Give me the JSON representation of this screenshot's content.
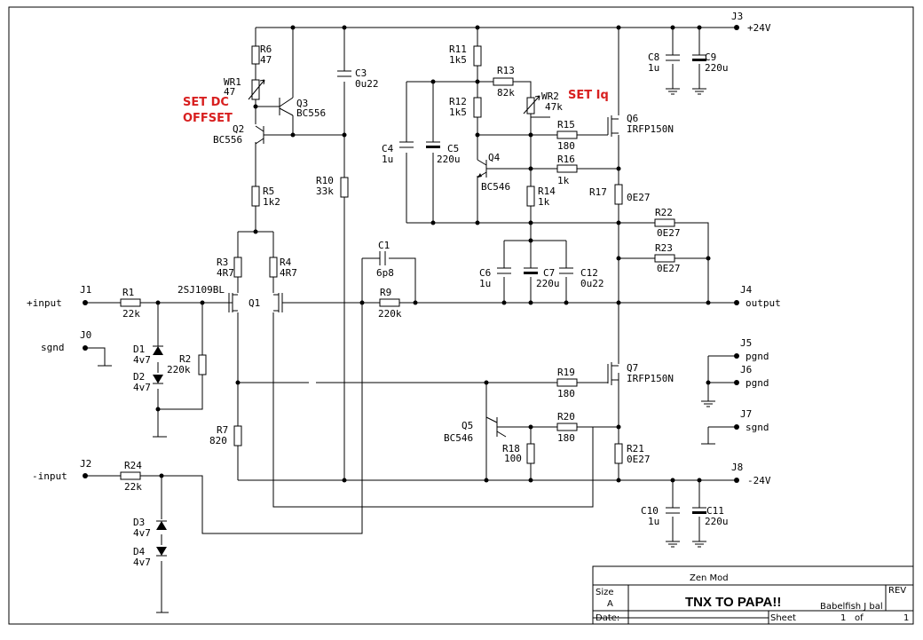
{
  "title_block": {
    "project": "Zen Mod",
    "size_label": "Size",
    "size_value": "A",
    "title": "TNX TO PAPA!!",
    "author": "Babelfish J bal",
    "rev_label": "REV",
    "date_label": "Date:",
    "sheet_label": "Sheet",
    "sheet_num": "1",
    "of_label": "of",
    "sheet_total": "1"
  },
  "annotations": {
    "set_dc_1": "SET DC",
    "set_dc_2": "OFFSET",
    "set_iq": "SET Iq"
  },
  "connectors": [
    {
      "ref": "J3",
      "net": "+24V"
    },
    {
      "ref": "J1",
      "net": "+input"
    },
    {
      "ref": "J0",
      "net": "sgnd"
    },
    {
      "ref": "J4",
      "net": "output"
    },
    {
      "ref": "J5",
      "net": "pgnd"
    },
    {
      "ref": "J6",
      "net": "pgnd"
    },
    {
      "ref": "J7",
      "net": "sgnd"
    },
    {
      "ref": "J8",
      "net": "-24V"
    },
    {
      "ref": "J2",
      "net": "-input"
    }
  ],
  "components": [
    {
      "ref": "R6",
      "value": "47"
    },
    {
      "ref": "WR1",
      "value": "47"
    },
    {
      "ref": "Q3",
      "value": "BC556"
    },
    {
      "ref": "Q2",
      "value": "BC556"
    },
    {
      "ref": "R5",
      "value": "1k2"
    },
    {
      "ref": "C3",
      "value": "0u22"
    },
    {
      "ref": "R10",
      "value": "33k"
    },
    {
      "ref": "R11",
      "value": "1k5"
    },
    {
      "ref": "R12",
      "value": "1k5"
    },
    {
      "ref": "R13",
      "value": "82k"
    },
    {
      "ref": "WR2",
      "value": "47k"
    },
    {
      "ref": "C4",
      "value": "1u"
    },
    {
      "ref": "C5",
      "value": "220u"
    },
    {
      "ref": "Q4",
      "value": "BC546"
    },
    {
      "ref": "R14",
      "value": "1k"
    },
    {
      "ref": "R15",
      "value": "180"
    },
    {
      "ref": "R16",
      "value": "1k"
    },
    {
      "ref": "Q6",
      "value": "IRFP150N"
    },
    {
      "ref": "R17",
      "value": "0E27"
    },
    {
      "ref": "C8",
      "value": "1u"
    },
    {
      "ref": "C9",
      "value": "220u"
    },
    {
      "ref": "R22",
      "value": "0E27"
    },
    {
      "ref": "R23",
      "value": "0E27"
    },
    {
      "ref": "C6",
      "value": "1u"
    },
    {
      "ref": "C7",
      "value": "220u"
    },
    {
      "ref": "C12",
      "value": "0u22"
    },
    {
      "ref": "R3",
      "value": "4R7"
    },
    {
      "ref": "R4",
      "value": "4R7"
    },
    {
      "ref": "Q1",
      "value": "2SJ109BL"
    },
    {
      "ref": "C1",
      "value": "6p8"
    },
    {
      "ref": "R9",
      "value": "220k"
    },
    {
      "ref": "R1",
      "value": "22k"
    },
    {
      "ref": "D1",
      "value": "4v7"
    },
    {
      "ref": "D2",
      "value": "4v7"
    },
    {
      "ref": "R2",
      "value": "220k"
    },
    {
      "ref": "R7",
      "value": "820"
    },
    {
      "ref": "R19",
      "value": "180"
    },
    {
      "ref": "Q7",
      "value": "IRFP150N"
    },
    {
      "ref": "Q5",
      "value": "BC546"
    },
    {
      "ref": "R18",
      "value": "100"
    },
    {
      "ref": "R20",
      "value": "180"
    },
    {
      "ref": "R21",
      "value": "0E27"
    },
    {
      "ref": "R24",
      "value": "22k"
    },
    {
      "ref": "D3",
      "value": "4v7"
    },
    {
      "ref": "D4",
      "value": "4v7"
    },
    {
      "ref": "C10",
      "value": "1u"
    },
    {
      "ref": "C11",
      "value": "220u"
    }
  ]
}
